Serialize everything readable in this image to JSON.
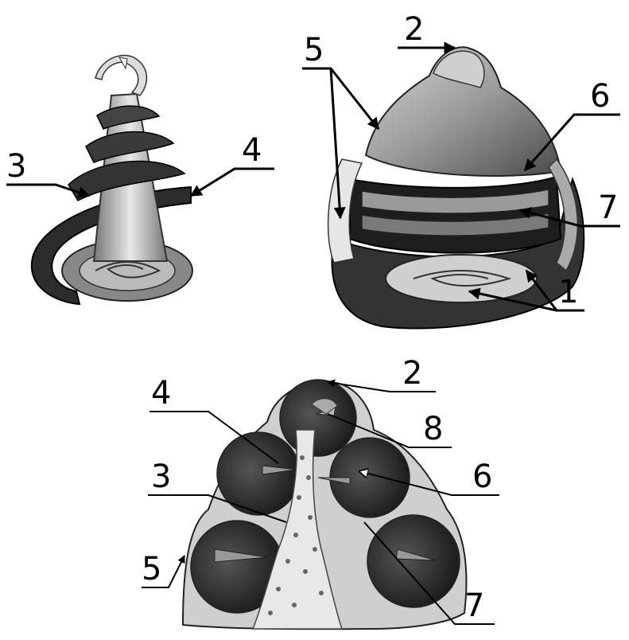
{
  "figures": [
    {
      "id": "modiolus-spiral",
      "labels": [
        {
          "key": "l3",
          "text": "3"
        },
        {
          "key": "l4",
          "text": "4"
        }
      ]
    },
    {
      "id": "cochlea-exterior",
      "labels": [
        {
          "key": "l2",
          "text": "2"
        },
        {
          "key": "l5",
          "text": "5"
        },
        {
          "key": "l6",
          "text": "6"
        },
        {
          "key": "l7",
          "text": "7"
        },
        {
          "key": "l1",
          "text": "1"
        }
      ]
    },
    {
      "id": "cochlea-section",
      "labels": [
        {
          "key": "l2",
          "text": "2"
        },
        {
          "key": "l4",
          "text": "4"
        },
        {
          "key": "l8",
          "text": "8"
        },
        {
          "key": "l3",
          "text": "3"
        },
        {
          "key": "l6",
          "text": "6"
        },
        {
          "key": "l5",
          "text": "5"
        },
        {
          "key": "l7",
          "text": "7"
        }
      ]
    }
  ]
}
